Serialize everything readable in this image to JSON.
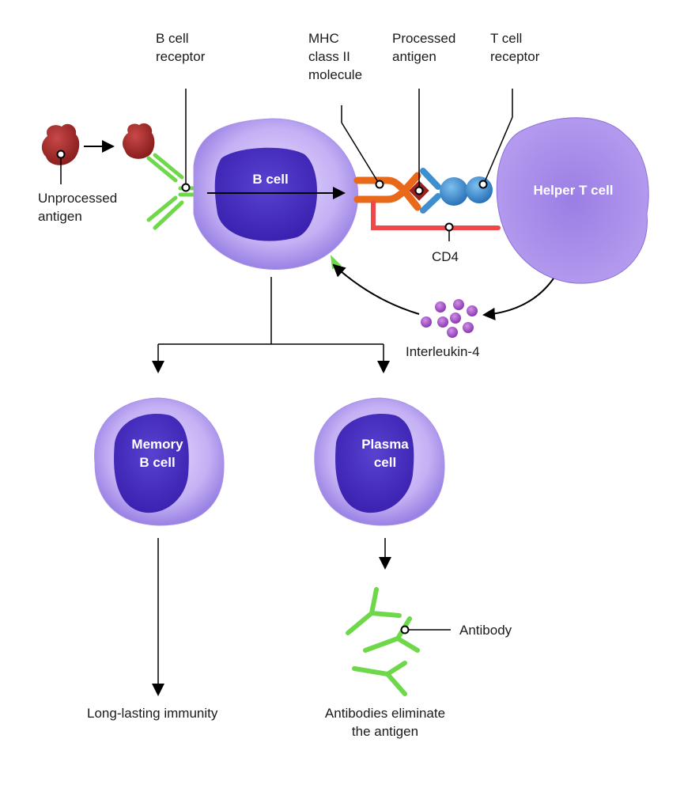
{
  "title": "B cell activation by helper T cell",
  "labels": {
    "b_cell_receptor": [
      "B cell",
      "receptor"
    ],
    "unprocessed_antigen": [
      "Unprocessed",
      "antigen"
    ],
    "mhc": [
      "MHC",
      "class II",
      "molecule"
    ],
    "processed_antigen": [
      "Processed",
      "antigen"
    ],
    "t_cell_receptor": [
      "T cell",
      "receptor"
    ],
    "cd4": "CD4",
    "interleukin": "Interleukin-4",
    "antibody": "Antibody",
    "long_lasting": "Long-lasting immunity",
    "antibodies_eliminate": [
      "Antibodies eliminate",
      "the antigen"
    ]
  },
  "cells": {
    "b_cell": "B cell",
    "helper_t": "Helper T cell",
    "memory": [
      "Memory",
      "B cell"
    ],
    "plasma": [
      "Plasma",
      "cell"
    ]
  },
  "colors": {
    "antigen": "#a32a2a",
    "receptor_green": "#6fd84a",
    "mhc_orange": "#e8691a",
    "tcr_blue": "#3f8fd0",
    "cd4_red": "#f04848",
    "cell_outer": "#b9a4f0",
    "nucleus": "#4a32c4",
    "interleukin": "#a048c0"
  }
}
